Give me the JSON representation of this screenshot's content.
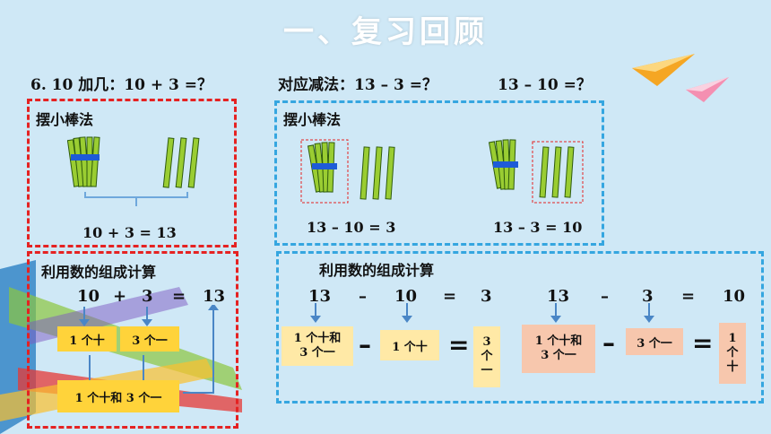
{
  "title": "一、复习回顾",
  "left": {
    "heading": "6. 10 加几：10 + 3 =？",
    "stick_method": "摆小棒法",
    "stick_equation": "10 + 3 = 13",
    "composition_method": "利用数的组成计算",
    "row": {
      "a": "10",
      "op": "+",
      "b": "3",
      "eq": "=",
      "result": "13"
    },
    "chip_a": "1 个十",
    "chip_b": "3 个一",
    "chip_sum": "1 个十和 3 个一"
  },
  "right": {
    "heading": "对应减法：13 – 3 =？",
    "heading2": "13 – 10 =？",
    "stick_method": "摆小棒法",
    "stick_eq1": "13 – 10 = 3",
    "stick_eq2": "13 – 3 = 10",
    "composition_method": "利用数的组成计算",
    "eq1": {
      "a": "13",
      "op": "–",
      "b": "10",
      "eq": "=",
      "result": "3"
    },
    "eq2": {
      "a": "13",
      "op": "–",
      "b": "3",
      "eq": "=",
      "result": "10"
    },
    "chip1_line1": "1 个十和",
    "chip1_line2": "3 个一",
    "chip2": "1 个十",
    "res1": [
      "3",
      "个",
      "一"
    ],
    "chip3_line1": "1 个十和",
    "chip3_line2": "3 个一",
    "chip4": "3 个一",
    "res2": [
      "1",
      "个",
      "十"
    ],
    "minus": "–",
    "equals": "="
  },
  "colors": {
    "background": "#cfe8f6",
    "red_dash": "#e52222",
    "blue_dash": "#35a6e0",
    "yellow": "#ffd33a",
    "peach": "#f7c7ad",
    "stick": "#9acd32"
  }
}
